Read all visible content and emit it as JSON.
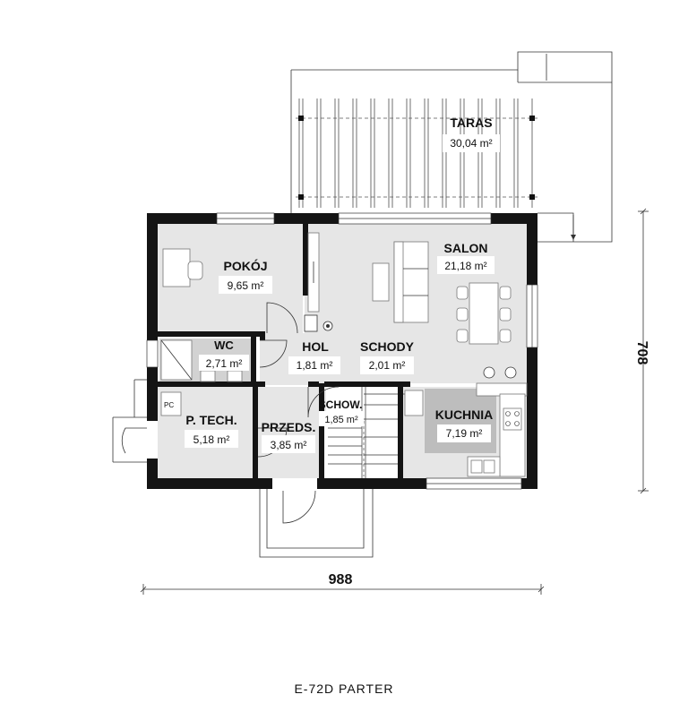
{
  "title": "E-72D PARTER",
  "dimensions": {
    "width": "988",
    "depth": "708"
  },
  "rooms": {
    "taras": {
      "name": "TARAS",
      "area": "30,04 m²"
    },
    "salon": {
      "name": "SALON",
      "area": "21,18 m²"
    },
    "pokoj": {
      "name": "POKÓJ",
      "area": "9,65 m²"
    },
    "wc": {
      "name": "WC",
      "area": "2,71 m²"
    },
    "hol": {
      "name": "HOL",
      "area": "1,81 m²"
    },
    "schody": {
      "name": "SCHODY",
      "area": "2,01 m²"
    },
    "schow": {
      "name": "SCHOW.",
      "area": "1,85 m²"
    },
    "kuchnia": {
      "name": "KUCHNIA",
      "area": "7,19 m²"
    },
    "ptech": {
      "name": "P. TECH.",
      "area": "5,18 m²"
    },
    "przeds": {
      "name": "PRZEDS.",
      "area": "3,85 m²"
    }
  },
  "fixtures": {
    "boiler": "PC"
  },
  "colors": {
    "wall": "#141414",
    "room_fill": "#e6e6e6",
    "accent_fill": "#bdbdbd",
    "line": "#333333"
  }
}
